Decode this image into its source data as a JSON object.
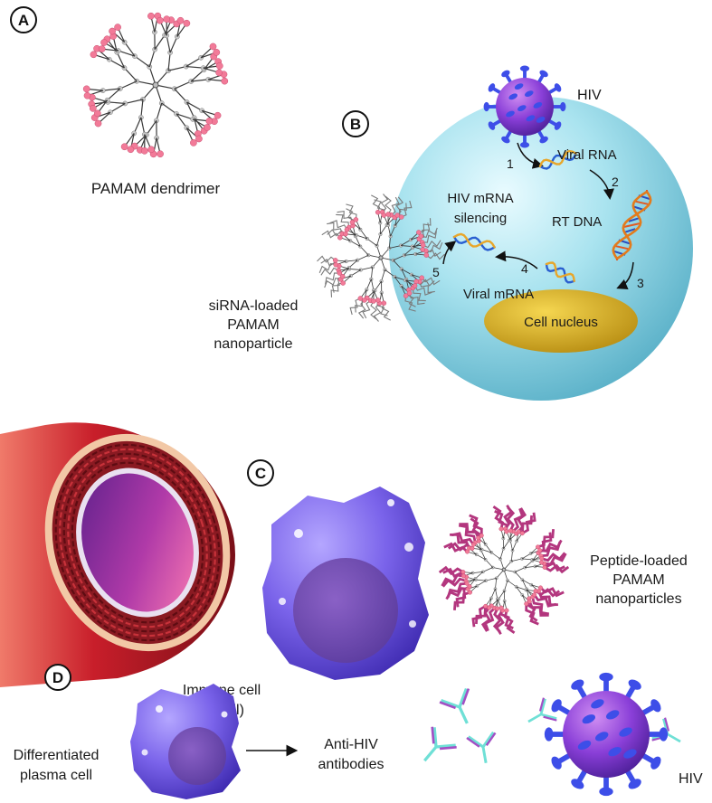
{
  "panels": {
    "a": {
      "letter": "A",
      "caption": "PAMAM dendrimer"
    },
    "b": {
      "letter": "B",
      "virus_label": "HIV",
      "viral_rna": "Viral RNA",
      "rt_dna": "RT DNA",
      "viral_mrna": "Viral mRNA",
      "cell_nucleus": "Cell nucleus",
      "silencing_line1": "HIV mRNA",
      "silencing_line2": "silencing",
      "nanoparticle_line1": "siRNA-loaded",
      "nanoparticle_line2": "PAMAM",
      "nanoparticle_line3": "nanoparticle",
      "steps": [
        "1",
        "2",
        "3",
        "4",
        "5"
      ]
    },
    "c": {
      "letter": "C",
      "immune_line1": "Immune cell",
      "immune_line2": "(B cell)",
      "peptide_line1": "Peptide-loaded",
      "peptide_line2": "PAMAM",
      "peptide_line3": "nanoparticles"
    },
    "d": {
      "letter": "D",
      "plasma_line1": "Differentiated",
      "plasma_line2": "plasma cell",
      "antibody_line1": "Anti-HIV",
      "antibody_line2": "antibodies",
      "virus_label": "HIV"
    }
  },
  "colors": {
    "cell_body": "#9fdcea",
    "nucleus": "#e0b82a",
    "virus": "#7a3fd6",
    "virus_spike": "#3d4ee8",
    "dendrimer_end": "#f27a98",
    "antibody_cyan": "#6fe0d6",
    "antibody_purple": "#a34fc4",
    "vessel_red": "#c81e2a",
    "immune_cell": "#6a54e0"
  }
}
